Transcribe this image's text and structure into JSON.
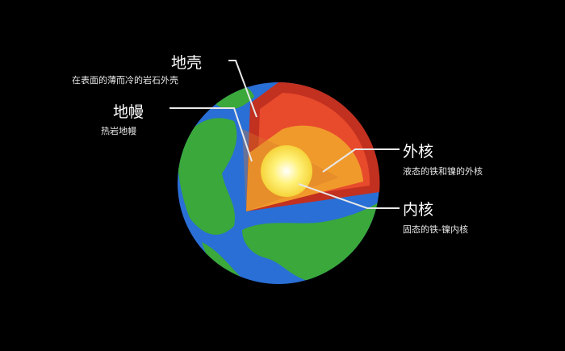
{
  "labels": {
    "crust": {
      "title": "地壳",
      "desc": "在表面的薄而冷的岩石外壳"
    },
    "mantle": {
      "title": "地幔",
      "desc": "热岩地幔"
    },
    "outer_core": {
      "title": "外核",
      "desc": "液态的铁和镍的外核"
    },
    "inner_core": {
      "title": "内核",
      "desc": "固态的铁-镍内核"
    }
  },
  "colors": {
    "ocean": "#2a6fd6",
    "land": "#3aa83a",
    "crust": "#c23020",
    "mantle": "#e84a2c",
    "outer_core": "#f09a2c",
    "inner_core": "#fff27a"
  }
}
